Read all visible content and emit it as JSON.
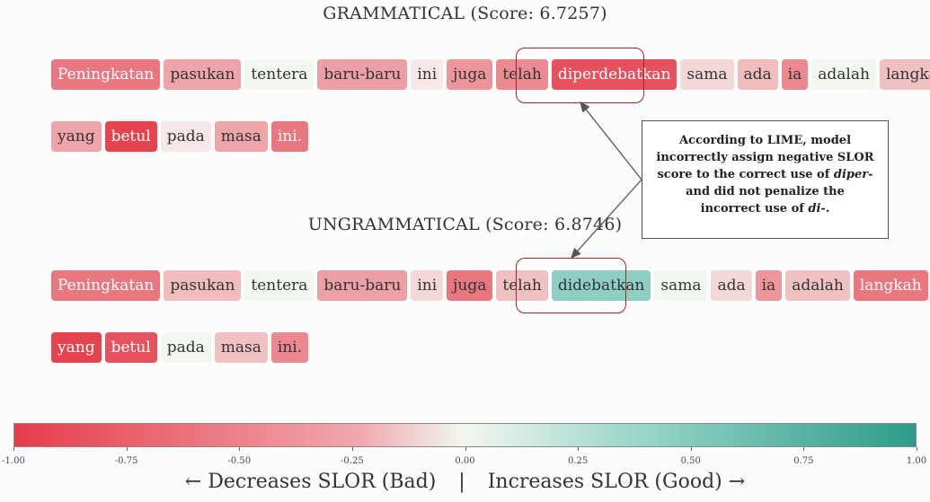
{
  "grammatical": {
    "title": "GRAMMATICAL (Score: 6.7257)",
    "line1": [
      {
        "text": "Peningkatan",
        "color": "#e97780",
        "light": true
      },
      {
        "text": "pasukan",
        "color": "#eda5a9",
        "light": false
      },
      {
        "text": "tentera",
        "color": "#f2f8ef",
        "light": false
      },
      {
        "text": "baru-baru",
        "color": "#ec9fa4",
        "light": false
      },
      {
        "text": "ini",
        "color": "#f6e8e6",
        "light": false
      },
      {
        "text": "juga",
        "color": "#ec969c",
        "light": false
      },
      {
        "text": "telah",
        "color": "#eb8a91",
        "light": false
      },
      {
        "text": "diperdebatkan",
        "color": "#e7515e",
        "light": true
      },
      {
        "text": "sama",
        "color": "#f4d7d7",
        "light": false
      },
      {
        "text": "ada",
        "color": "#f0bcbe",
        "light": false
      },
      {
        "text": "ia",
        "color": "#eb8890",
        "light": false
      },
      {
        "text": "adalah",
        "color": "#f2f8ef",
        "light": false
      },
      {
        "text": "langkah",
        "color": "#f0c1c2",
        "light": false
      }
    ],
    "line2": [
      {
        "text": "yang",
        "color": "#eda5a9",
        "light": false
      },
      {
        "text": "betul",
        "color": "#e6434f",
        "light": true
      },
      {
        "text": "pada",
        "color": "#f6e8e6",
        "light": false
      },
      {
        "text": "masa",
        "color": "#eda5a9",
        "light": false
      },
      {
        "text": "ini.",
        "color": "#e97780",
        "light": true
      }
    ]
  },
  "ungrammatical": {
    "title": "UNGRAMMATICAL (Score: 6.8746)",
    "line1": [
      {
        "text": "Peningkatan",
        "color": "#e97780",
        "light": true
      },
      {
        "text": "pasukan",
        "color": "#f0bcbe",
        "light": false
      },
      {
        "text": "tentera",
        "color": "#f2f8ef",
        "light": false
      },
      {
        "text": "baru-baru",
        "color": "#ec9fa4",
        "light": false
      },
      {
        "text": "ini",
        "color": "#f4d7d7",
        "light": false
      },
      {
        "text": "juga",
        "color": "#e97780",
        "light": false
      },
      {
        "text": "telah",
        "color": "#f0c1c2",
        "light": false
      },
      {
        "text": "didebatkan",
        "color": "#8fcfc3",
        "light": false
      },
      {
        "text": "sama",
        "color": "#f2f8ef",
        "light": false
      },
      {
        "text": "ada",
        "color": "#f4d7d7",
        "light": false
      },
      {
        "text": "ia",
        "color": "#ec969c",
        "light": false
      },
      {
        "text": "adalah",
        "color": "#f0c1c2",
        "light": false
      },
      {
        "text": "langkah",
        "color": "#e97780",
        "light": true
      }
    ],
    "line2": [
      {
        "text": "yang",
        "color": "#e6434f",
        "light": true
      },
      {
        "text": "betul",
        "color": "#e6525e",
        "light": true
      },
      {
        "text": "pada",
        "color": "#f2f8ef",
        "light": false
      },
      {
        "text": "masa",
        "color": "#f0c1c2",
        "light": false
      },
      {
        "text": "ini.",
        "color": "#eb8890",
        "light": false
      }
    ]
  },
  "callout": {
    "part1": "According to LIME, model incorrectly assign negative SLOR score to the correct use of ",
    "term1": "diper-",
    "part2": " and did not penalize the incorrect use of ",
    "term2": "di-",
    "part3": "."
  },
  "colorbar": {
    "ticks": [
      "-1.00",
      "-0.75",
      "-0.50",
      "-0.25",
      "0.00",
      "0.25",
      "0.50",
      "0.75",
      "1.00"
    ],
    "colors": {
      "negative": "#e63c4b",
      "neutral": "#f0f7ef",
      "positive": "#2d9b8a"
    }
  },
  "footer": {
    "left": "← Decreases SLOR (Bad)",
    "separator": "|",
    "right": "Increases SLOR (Good) →"
  }
}
